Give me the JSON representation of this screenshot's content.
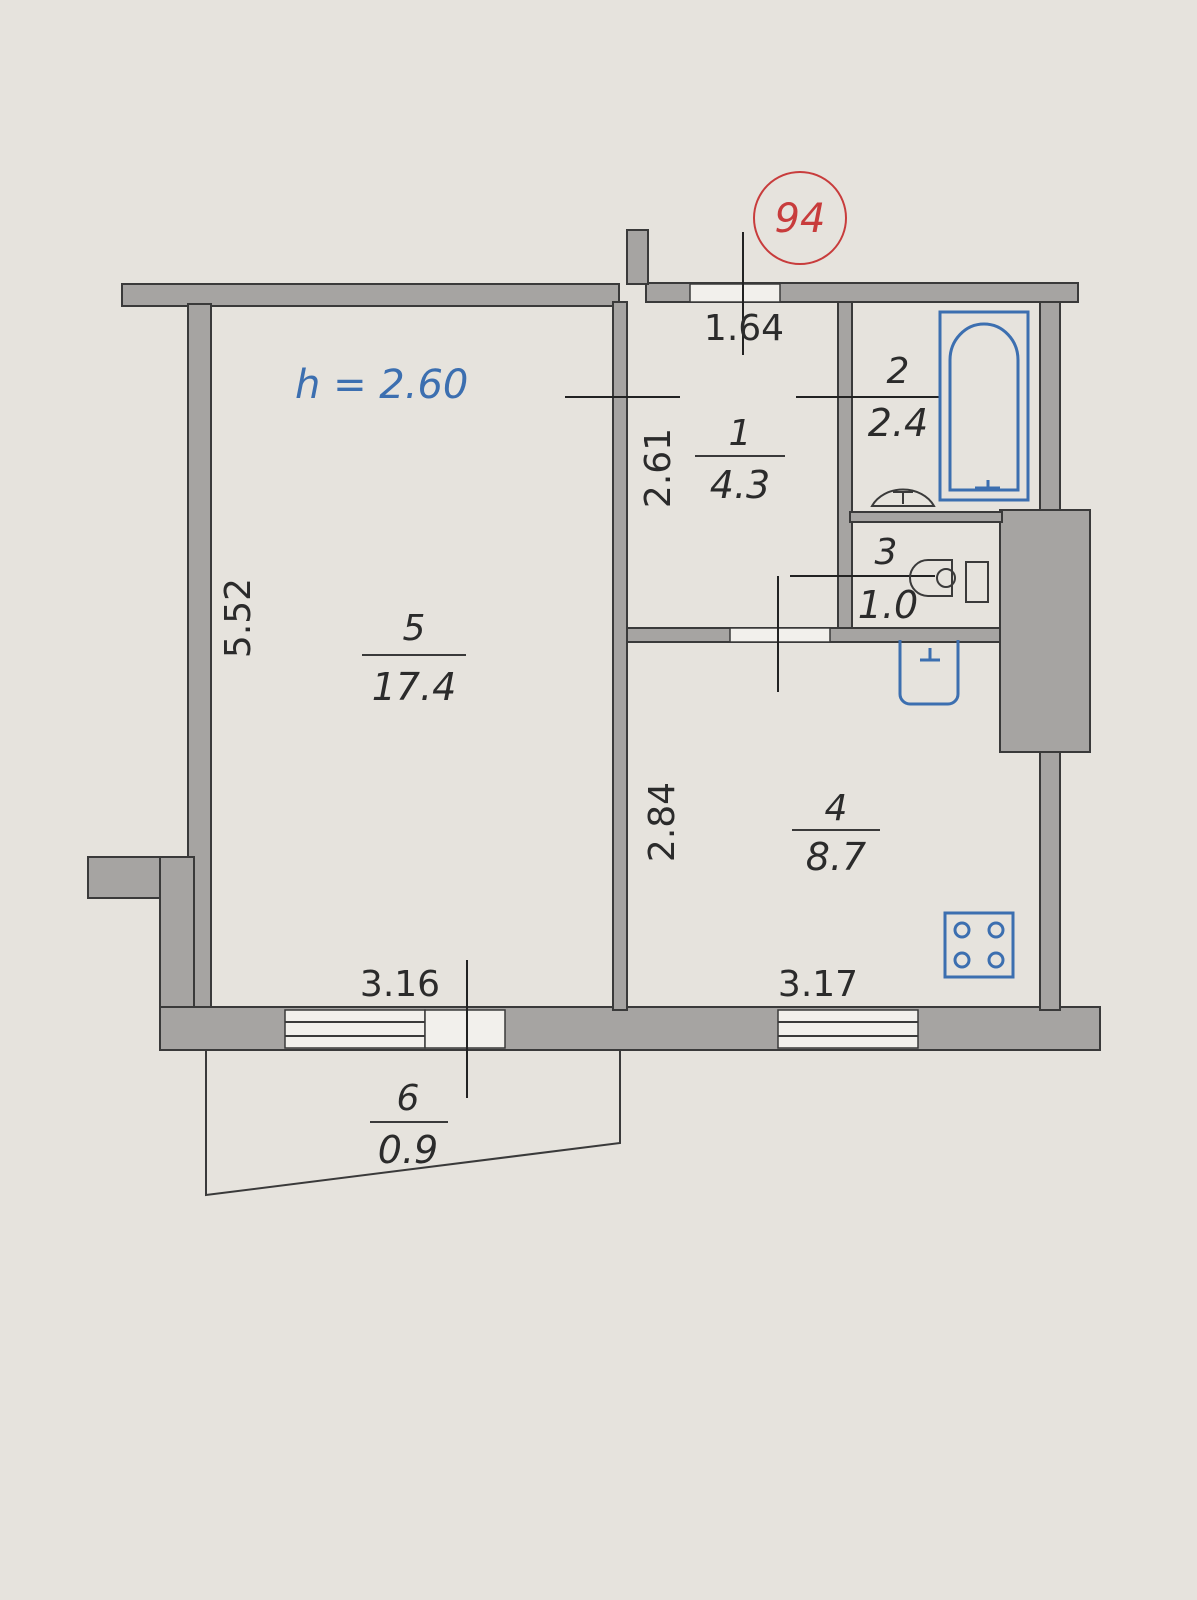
{
  "plan": {
    "apartment_number": "94",
    "ceiling_height": "h = 2.60",
    "rooms": [
      {
        "number": "1",
        "area": "4.3"
      },
      {
        "number": "2",
        "area": "2.4"
      },
      {
        "number": "3",
        "area": "1.0"
      },
      {
        "number": "4",
        "area": "8.7"
      },
      {
        "number": "5",
        "area": "17.4"
      },
      {
        "number": "6",
        "area": "0.9"
      }
    ],
    "dimensions": {
      "hall_width": "1.64",
      "hall_depth": "2.61",
      "living_depth": "5.52",
      "kitchen_depth": "2.84",
      "living_width": "3.16",
      "kitchen_width": "3.17"
    },
    "colors": {
      "walls": "#a6a4a2",
      "fixtures": "#3c6fb0",
      "stamp": "#c83c3c"
    }
  }
}
